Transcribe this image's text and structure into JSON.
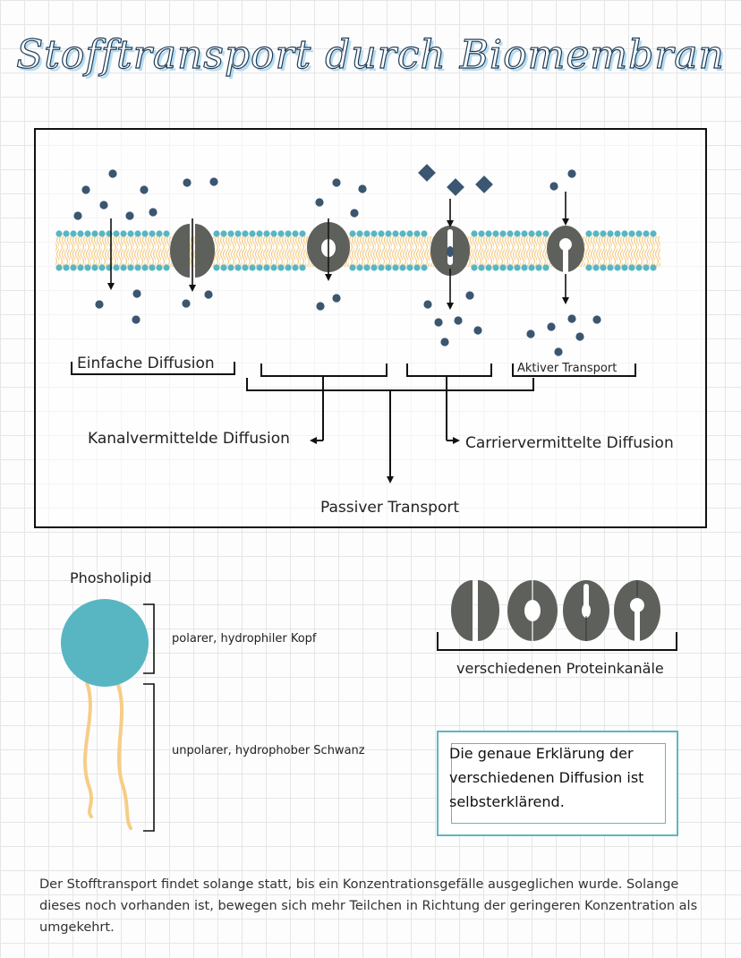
{
  "title": "Stofftransport durch Biomembran",
  "diagram": {
    "labels": {
      "einfache_diffusion": "Einfache Diffusion",
      "aktiver_transport": "Aktiver Transport",
      "kanalvermittelte_diffusion": "Kanalvermittelde Diffusion",
      "carriervermittelte_diffusion": "Carriervermittelte Diffusion",
      "passiver_transport": "Passiver Transport"
    }
  },
  "phospholipid": {
    "title": "Phosholipid",
    "head_label": "polarer, hydrophiler Kopf",
    "tail_label": "unpolarer, hydrophober Schwanz"
  },
  "protein_channels": {
    "label": "verschiedenen Proteinkanäle"
  },
  "note": {
    "text": "Die genaue Erklärung der verschiedenen Diffusion ist selbsterklärend."
  },
  "footer": {
    "text": "Der Stofftransport findet solange statt, bis ein Konzentrationsgefälle ausgeglichen wurde. Solange dieses noch vorhanden ist, bewegen sich mehr Teilchen in Richtung der geringeren Konzentration als umgekehrt."
  },
  "colors": {
    "head": "#58b6c3",
    "tail": "#f6cd88",
    "protein": "#5e605b",
    "particle": "#3a5670",
    "note_border": "#5cb9bf"
  }
}
